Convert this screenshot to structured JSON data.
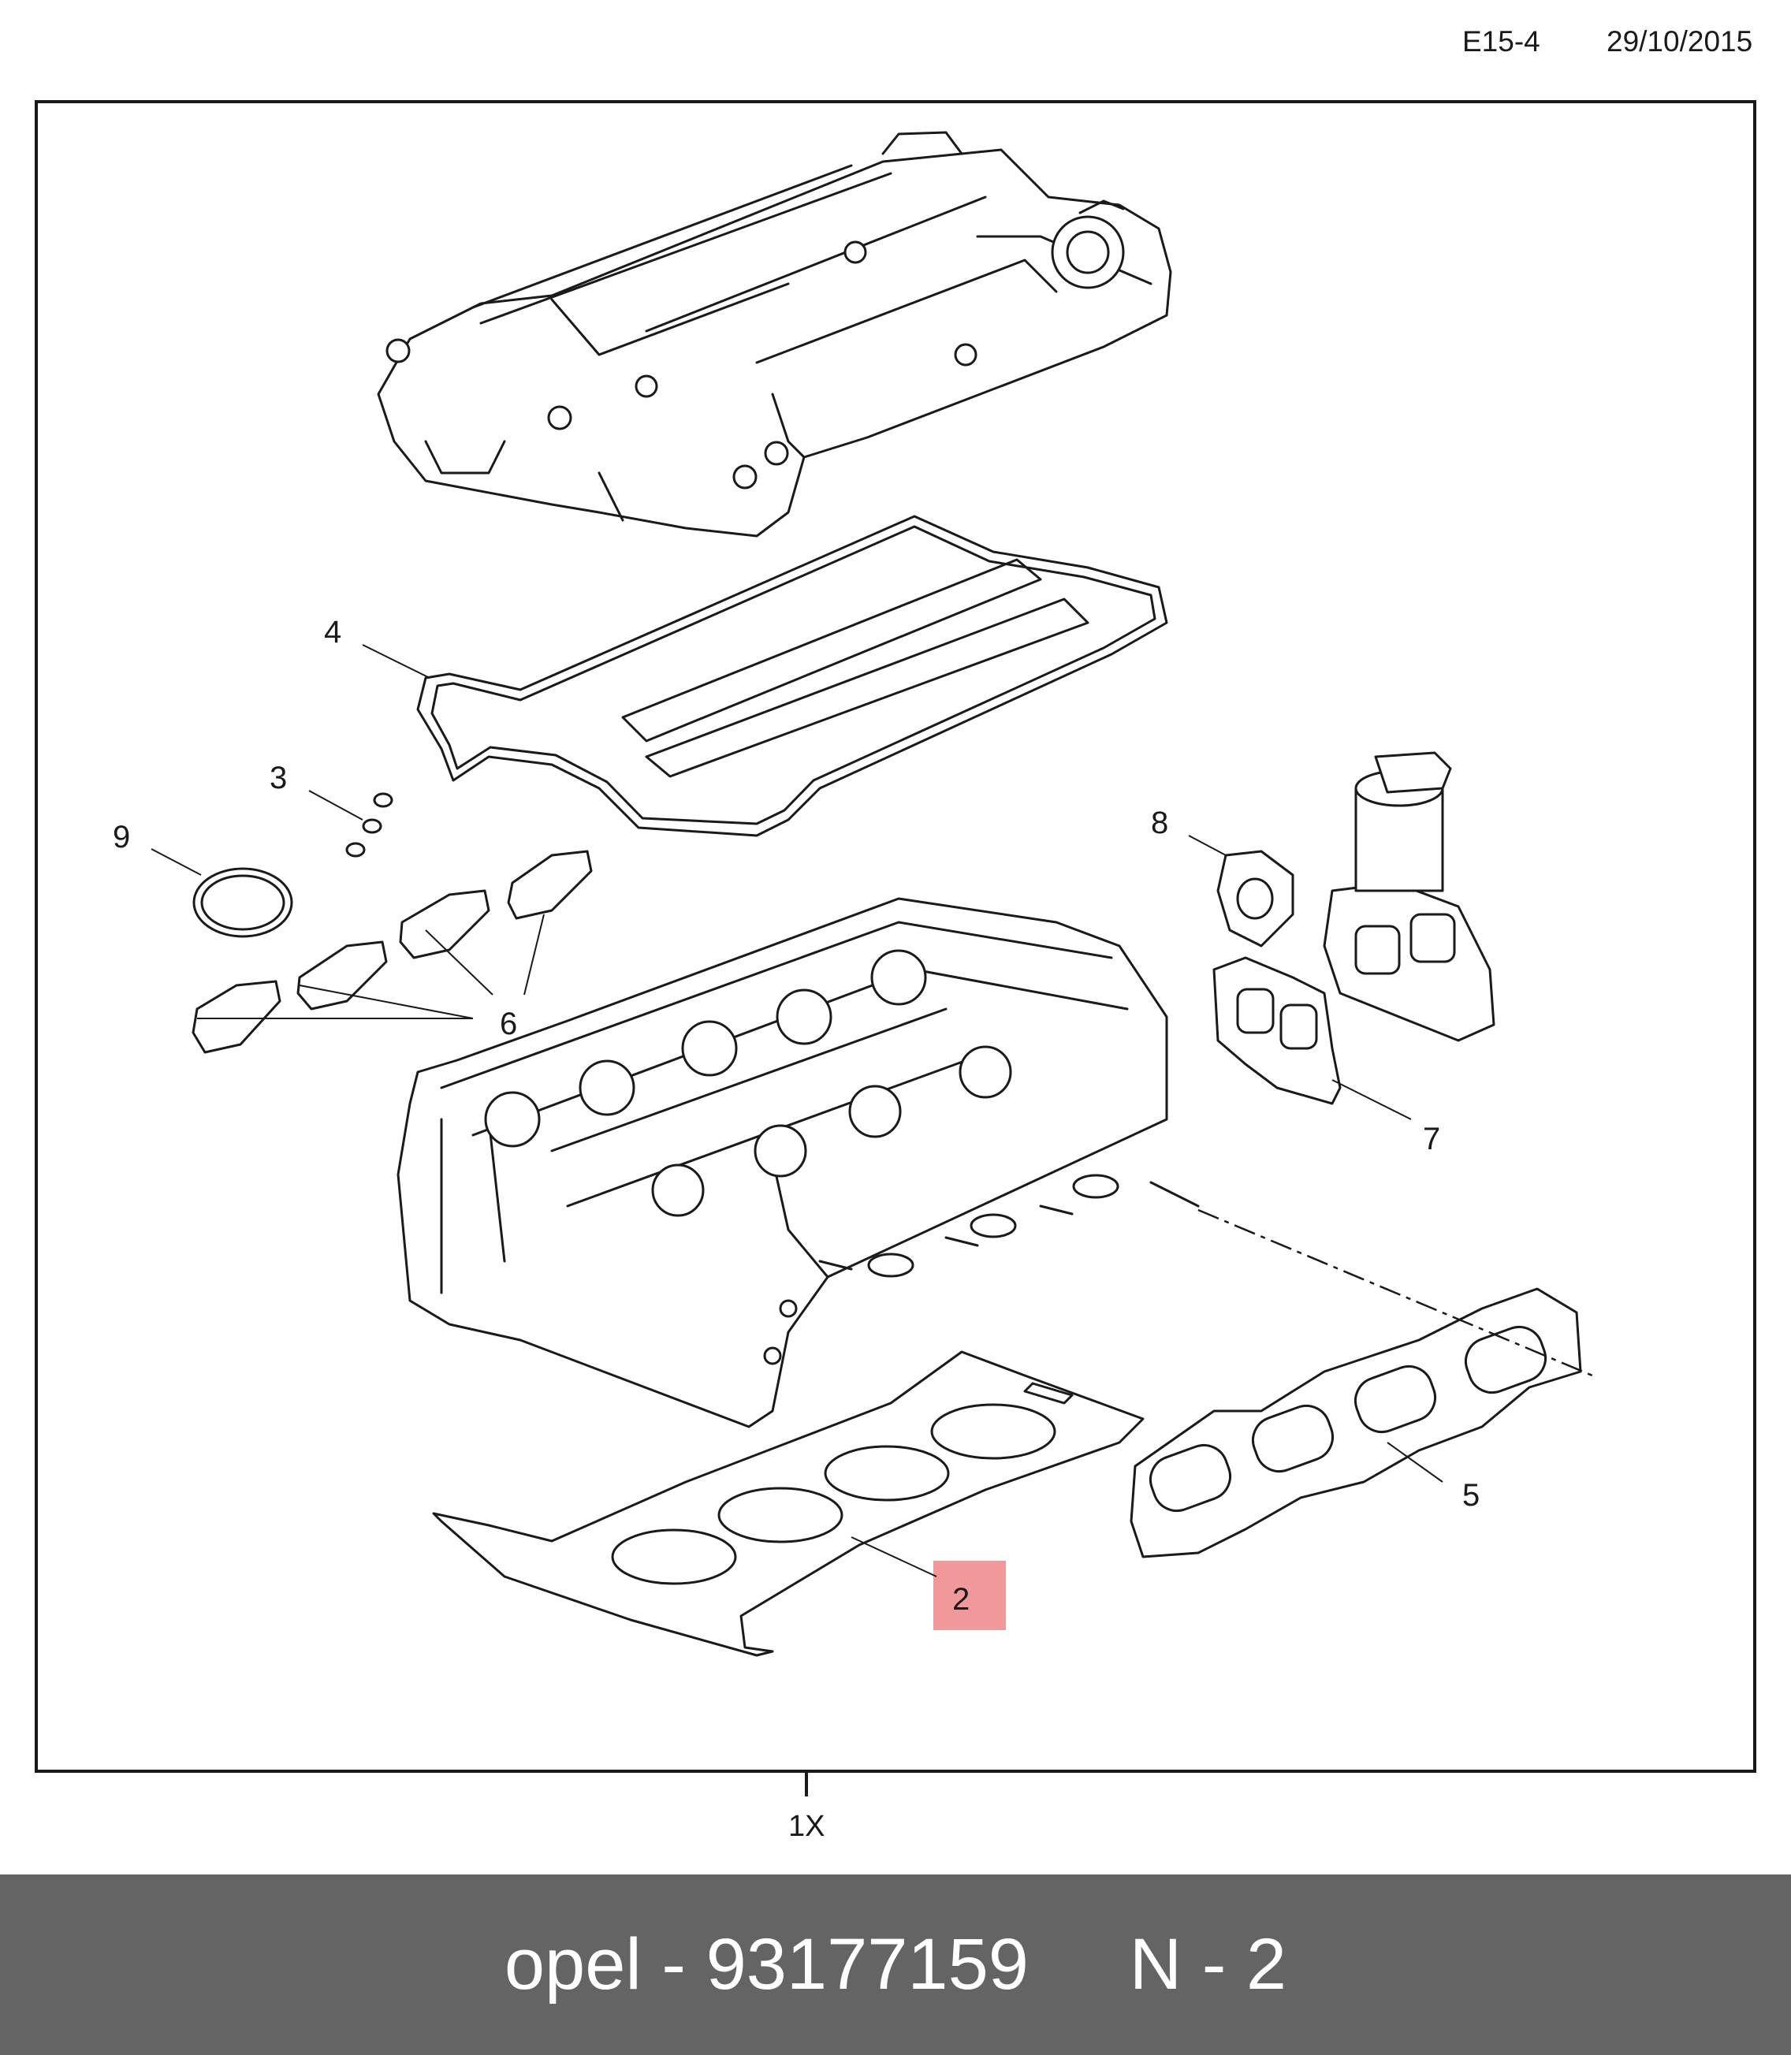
{
  "header": {
    "code": "E15-4",
    "date": "29/10/2015"
  },
  "diagram": {
    "quantity": "1X",
    "highlighted_callout": "2",
    "highlight_color": "#f1989a",
    "callouts": {
      "c2": "2",
      "c3": "3",
      "c4": "4",
      "c5": "5",
      "c6": "6",
      "c7": "7",
      "c8": "8",
      "c9": "9"
    }
  },
  "footer": {
    "text": "opel - 93177159     N - 2",
    "background": "#646464"
  }
}
